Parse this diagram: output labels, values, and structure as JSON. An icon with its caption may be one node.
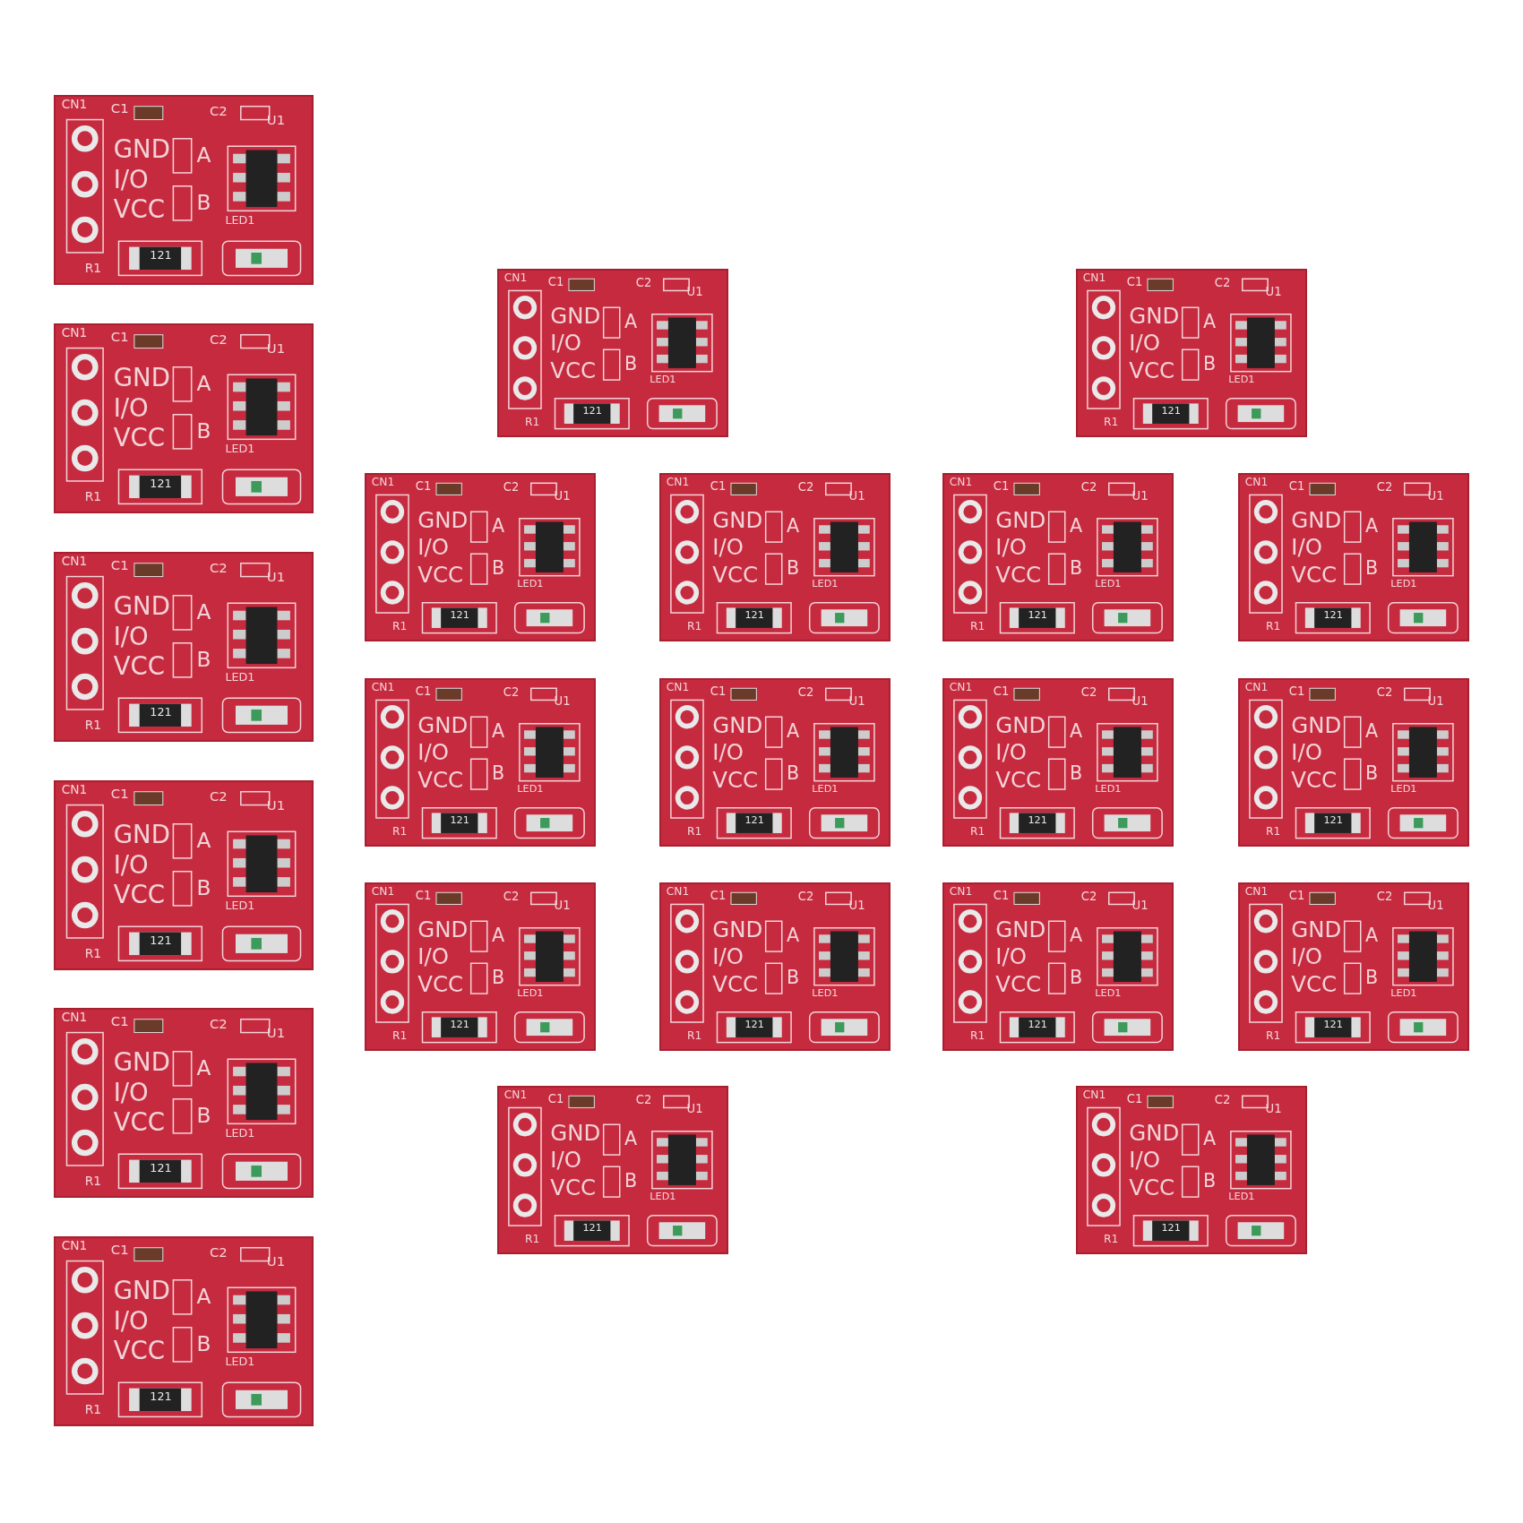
{
  "diagram": {
    "nodes": [
      {
        "text": [
          "CN1",
          "C1",
          "C2",
          "U1",
          "GND",
          "I/O",
          "VCC",
          "A",
          "B",
          "LED1",
          "R1",
          "121"
        ]
      },
      {
        "text": [
          "CN1",
          "C1",
          "C2",
          "U1",
          "GND",
          "I/O",
          "VCC",
          "A",
          "B",
          "LED1",
          "R1",
          "121"
        ]
      },
      {
        "text": [
          "CN1",
          "C1",
          "C2",
          "U1",
          "GND",
          "I/O",
          "VCC",
          "A",
          "B",
          "LED1",
          "R1",
          "121"
        ]
      },
      {
        "text": [
          "CN1",
          "C1",
          "C2",
          "U1",
          "GND",
          "I/O",
          "VCC",
          "A",
          "B",
          "LED1",
          "R1",
          "121"
        ]
      },
      {
        "text": [
          "CN1",
          "C1",
          "C2",
          "U1",
          "GND",
          "I/O",
          "VCC",
          "A",
          "B",
          "LED1",
          "R1",
          "121"
        ]
      },
      {
        "text": [
          "CN1",
          "C1",
          "C2",
          "U1",
          "GND",
          "I/O",
          "VCC",
          "A",
          "B",
          "LED1",
          "R1",
          "121"
        ]
      },
      {
        "text": [
          "CN1",
          "C1",
          "C2",
          "U1",
          "GND",
          "I/O",
          "VCC",
          "A",
          "B",
          "LED1",
          "R1",
          "121"
        ]
      },
      {
        "text": [
          "CN1",
          "C1",
          "C2",
          "U1",
          "GND",
          "I/O",
          "VCC",
          "A",
          "B",
          "LED1",
          "R1",
          "121"
        ]
      },
      {
        "text": [
          "CN1",
          "C1",
          "C2",
          "U1",
          "GND",
          "I/O",
          "VCC",
          "A",
          "B",
          "LED1",
          "R1",
          "121"
        ]
      },
      {
        "text": [
          "CN1",
          "C1",
          "C2",
          "U1",
          "GND",
          "I/O",
          "VCC",
          "A",
          "B",
          "LED1",
          "R1",
          "121"
        ]
      },
      {
        "text": [
          "CN1",
          "C1",
          "C2",
          "U1",
          "GND",
          "I/O",
          "VCC",
          "A",
          "B",
          "LED1",
          "R1",
          "121"
        ]
      },
      {
        "text": [
          "CN1",
          "C1",
          "C2",
          "U1",
          "GND",
          "I/O",
          "VCC",
          "A",
          "B",
          "LED1",
          "R1",
          "121"
        ]
      },
      {
        "text": [
          "CN1",
          "C1",
          "C2",
          "U1",
          "GND",
          "I/O",
          "VCC",
          "A",
          "B",
          "LED1",
          "R1",
          "121"
        ]
      },
      {
        "text": [
          "CN1",
          "C1",
          "C2",
          "U1",
          "GND",
          "I/O",
          "VCC",
          "A",
          "B",
          "LED1",
          "R1",
          "121"
        ]
      },
      {
        "text": [
          "CN1",
          "C1",
          "C2",
          "U1",
          "GND",
          "I/O",
          "VCC",
          "A",
          "B",
          "LED1",
          "R1",
          "121"
        ]
      },
      {
        "text": [
          "CN1",
          "C1",
          "C2",
          "U1",
          "GND",
          "I/O",
          "VCC",
          "A",
          "B",
          "LED1",
          "R1",
          "121"
        ]
      },
      {
        "text": [
          "CN1",
          "C1",
          "C2",
          "U1",
          "GND",
          "I/O",
          "VCC",
          "A",
          "B",
          "LED1",
          "R1",
          "121"
        ]
      },
      {
        "text": [
          "CN1",
          "C1",
          "C2",
          "U1",
          "GND",
          "I/O",
          "VCC",
          "A",
          "B",
          "LED1",
          "R1",
          "121"
        ]
      },
      {
        "text": [
          "CN1",
          "C1",
          "C2",
          "U1",
          "GND",
          "I/O",
          "VCC",
          "A",
          "B",
          "LED1",
          "R1",
          "121"
        ]
      },
      {
        "text": [
          "CN1",
          "C1",
          "C2",
          "U1",
          "GND",
          "I/O",
          "VCC",
          "A",
          "B",
          "LED1",
          "R1",
          "121"
        ]
      },
      {
        "text": [
          "CN1",
          "C1",
          "C2",
          "U1",
          "GND",
          "I/O",
          "VCC",
          "A",
          "B",
          "LED1",
          "R1",
          "121"
        ]
      },
      {
        "text": [
          "CN1",
          "C1",
          "C2",
          "U1",
          "GND",
          "I/O",
          "VCC",
          "A",
          "B",
          "LED1",
          "R1",
          "121"
        ]
      }
    ]
  }
}
